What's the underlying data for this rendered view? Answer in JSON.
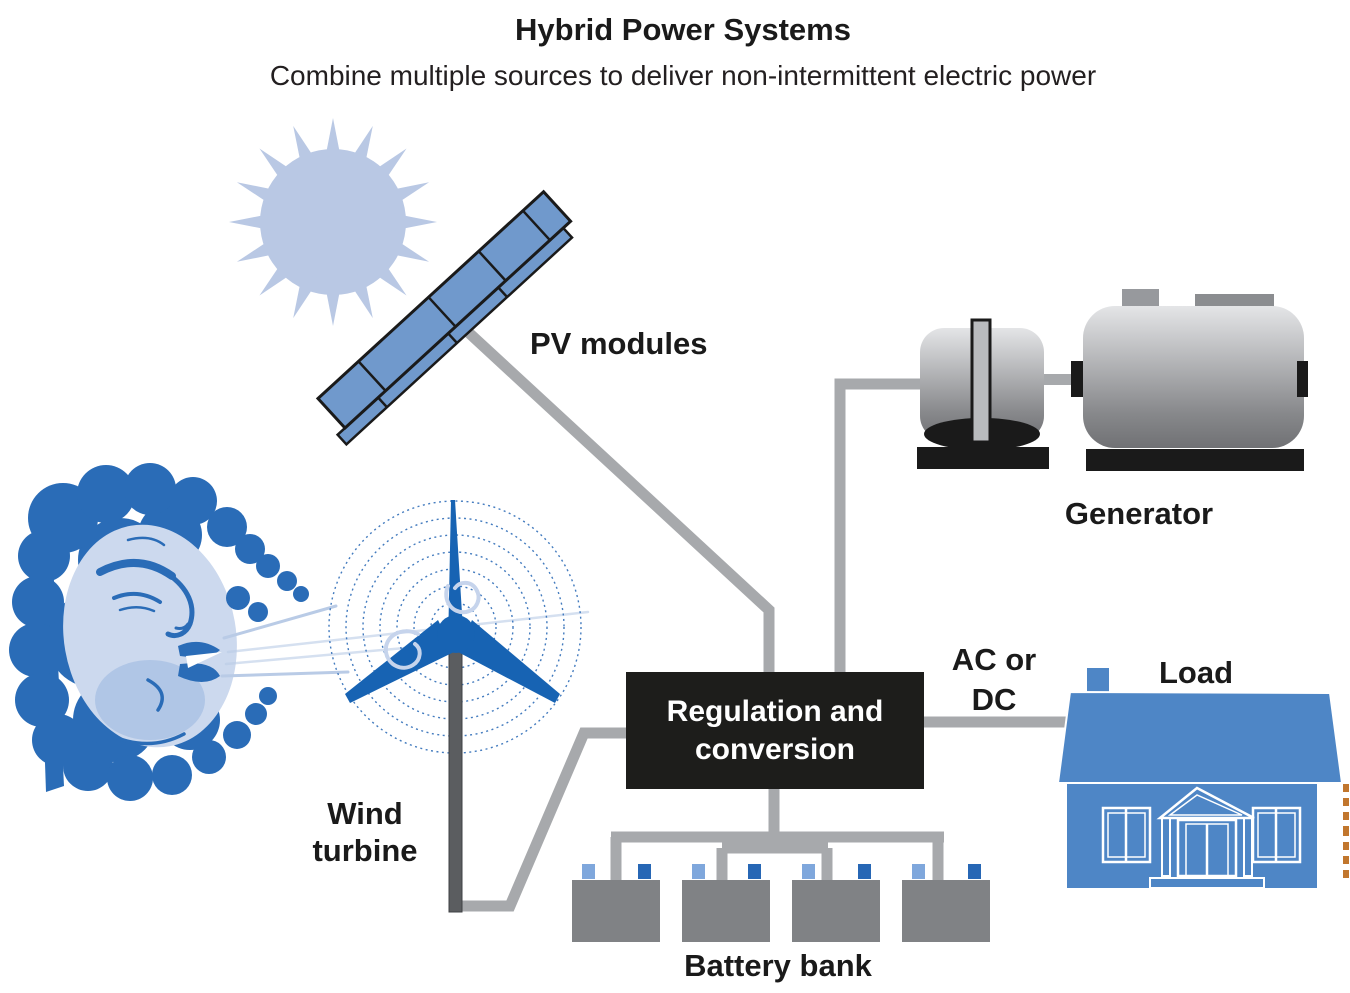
{
  "header": {
    "title": "Hybrid Power Systems",
    "subtitle": "Combine multiple sources to deliver non-intermittent electric power"
  },
  "nodes": {
    "pv_modules": {
      "label": "PV modules"
    },
    "generator": {
      "label": "Generator"
    },
    "wind_turbine": {
      "label": "Wind\nturbine"
    },
    "regulation_conversion": {
      "label": "Regulation and\nconversion"
    },
    "load": {
      "label": "Load"
    },
    "battery_bank": {
      "label": "Battery bank",
      "battery_count": 4
    }
  },
  "edges": {
    "ac_dc_label": "AC or\nDC",
    "connections": [
      {
        "from": "PV modules",
        "to": "Regulation and conversion"
      },
      {
        "from": "Generator",
        "to": "Regulation and conversion"
      },
      {
        "from": "Wind turbine",
        "to": "Regulation and conversion"
      },
      {
        "from": "Regulation and conversion",
        "to": "Load",
        "label": "AC or DC"
      },
      {
        "from": "Regulation and conversion",
        "to": "Battery bank"
      }
    ]
  },
  "icons": [
    "sun-icon",
    "pv-panel-icon",
    "generator-icon",
    "wind-face-icon",
    "wind-turbine-icon",
    "battery-icon",
    "load-house-icon"
  ],
  "colors": {
    "sun": "#b9c8e4",
    "panel_blue": "#7099cc",
    "wire_gray": "#a7a9ac",
    "turbine_blue": "#1763b3",
    "ring_blue": "#2f6db8",
    "pole_gray": "#5b5d60",
    "battery_gray": "#808285",
    "terminal_light": "#7fa7dc",
    "terminal_dark": "#2767b5",
    "house_blue": "#4e86c6",
    "box_black": "#1d1d1b",
    "face_dark": "#2a6cb7",
    "face_light": "#ccd9ee",
    "text": "#1a1a1a",
    "credit_orange": "#c1762d"
  }
}
